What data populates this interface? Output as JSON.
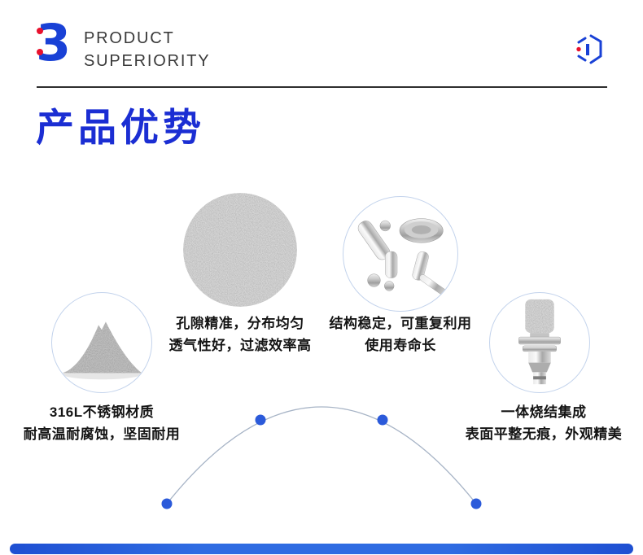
{
  "header": {
    "logo_number": "3",
    "title_line1": "PRODUCT",
    "title_line2": "SUPERIORITY"
  },
  "page_title": "产品优势",
  "features": {
    "pore": {
      "line1": "孔隙精准，分布均匀",
      "line2": "透气性好，过滤效率高"
    },
    "structure": {
      "line1": "结构稳定，可重复利用",
      "line2": "使用寿命长"
    },
    "material": {
      "line1": "316L不锈钢材质",
      "line2": "耐高温耐腐蚀，坚固耐用"
    },
    "integration": {
      "line1": "一体烧结集成",
      "line2": "表面平整无痕，外观精美"
    }
  },
  "colors": {
    "title_blue": "#1b2ed3",
    "logo_blue": "#1941d6",
    "logo_red": "#e8112d",
    "arc_dot_blue": "#2b5ada",
    "bottom_bar_blue": "#2f6ce2",
    "text_dark": "#141414",
    "divider_dark": "#2e2e2e"
  }
}
